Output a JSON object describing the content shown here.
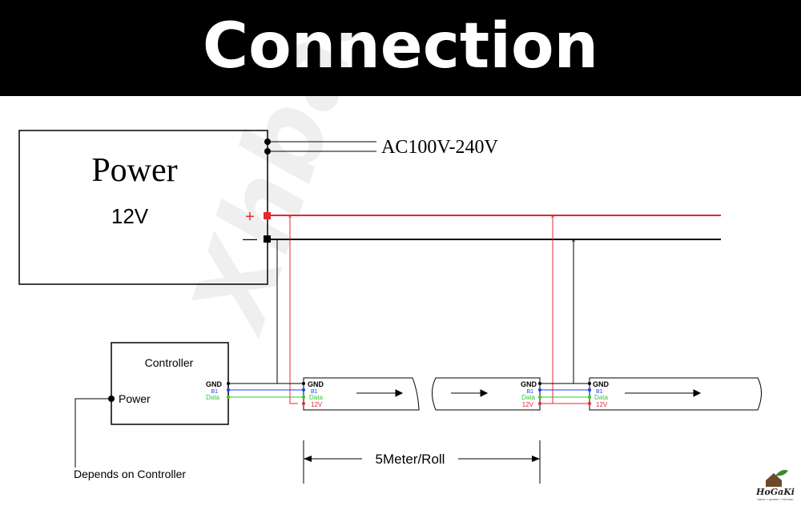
{
  "header": {
    "title": "Connection"
  },
  "power_supply": {
    "title": "Power",
    "voltage": "12V"
  },
  "ac_input": {
    "label": "AC100V-240V"
  },
  "terminals": {
    "plus": "+",
    "minus": "—"
  },
  "controller": {
    "title": "Controller",
    "power_label": "Power",
    "pins": [
      "GND",
      "B1",
      "Data"
    ]
  },
  "strip_pins": [
    "GND",
    "B1",
    "Data",
    "12V"
  ],
  "footnote": "Depends on Controller",
  "dimension": {
    "label": "5Meter/Roll"
  },
  "watermark": "Xhbada",
  "logo": {
    "name": "HoGaKi",
    "tagline": "home • garden • kitchen"
  },
  "colors": {
    "power_positive": "#e8282d",
    "ground": "#000000",
    "b1": "#1a3cff",
    "data": "#2ec82e",
    "header_bg": "#000000",
    "header_text": "#ffffff"
  }
}
